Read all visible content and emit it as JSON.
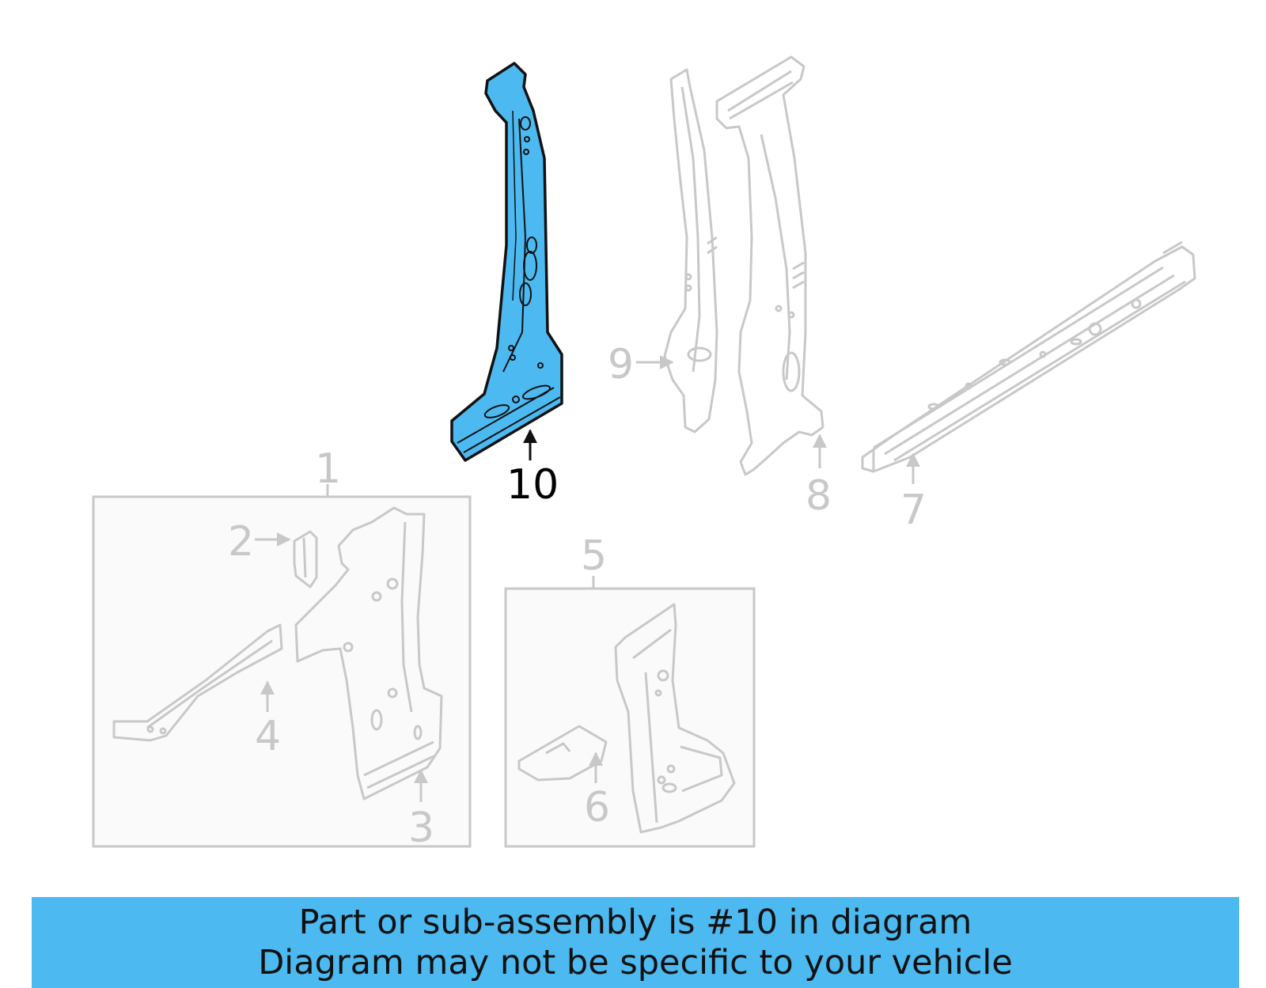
{
  "colors": {
    "highlight": "#4cb9f0",
    "muted_line": "#c8c8c8",
    "active_line": "#111111"
  },
  "callouts": {
    "c1": "1",
    "c2": "2",
    "c3": "3",
    "c4": "4",
    "c5": "5",
    "c6": "6",
    "c7": "7",
    "c8": "8",
    "c9": "9",
    "c10": "10"
  },
  "highlighted_part": "10",
  "banner": {
    "line1": "Part or sub-assembly is #10 in diagram",
    "line2": "Diagram may not be specific to your vehicle"
  }
}
